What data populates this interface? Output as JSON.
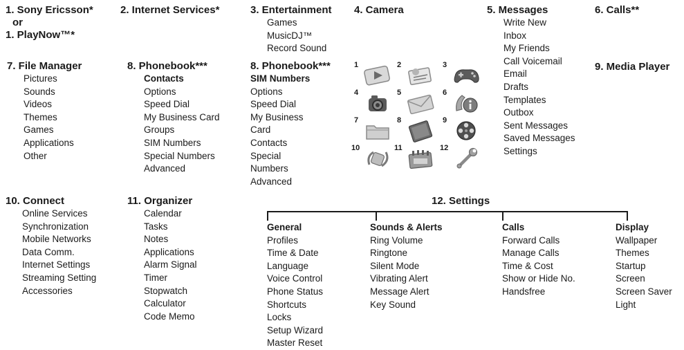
{
  "menu": {
    "c1": {
      "title_lines": [
        "1. Sony Ericsson*",
        "or",
        "1. PlayNow™*"
      ]
    },
    "c2": {
      "title": "2. Internet Services*"
    },
    "c3": {
      "title": "3. Entertainment",
      "items": [
        "Games",
        "MusicDJ™",
        "Record Sound"
      ]
    },
    "c4": {
      "title": "4. Camera"
    },
    "c5": {
      "title": "5. Messages",
      "items": [
        "Write New",
        "Inbox",
        "My Friends",
        "Call Voicemail",
        "Email",
        "Drafts",
        "Templates",
        "Outbox",
        "Sent Messages",
        "Saved Messages",
        "Settings"
      ]
    },
    "c6": {
      "title": "6. Calls**"
    },
    "c7": {
      "title": "7. File Manager",
      "items": [
        "Pictures",
        "Sounds",
        "Videos",
        "Themes",
        "Games",
        "Applications",
        "Other"
      ]
    },
    "c8a": {
      "title": "8. Phonebook***",
      "subtitle": "Contacts",
      "items": [
        "Options",
        "Speed Dial",
        "My Business Card",
        "Groups",
        "SIM Numbers",
        "Special Numbers",
        "Advanced"
      ]
    },
    "c8b": {
      "title": "8. Phonebook***",
      "subtitle": "SIM Numbers",
      "items": [
        "Options",
        "Speed Dial",
        "My Business",
        "Card",
        "Contacts",
        "Special",
        "Numbers",
        "Advanced"
      ]
    },
    "c9": {
      "title": "9. Media Player"
    },
    "c10": {
      "title": "10. Connect",
      "items": [
        "Online Services",
        "Synchronization",
        "Mobile Networks",
        "Data Comm.",
        "Internet Settings",
        "Streaming Setting",
        "Accessories"
      ]
    },
    "c11": {
      "title": "11. Organizer",
      "items": [
        "Calendar",
        "Tasks",
        "Notes",
        "Applications",
        "Alarm Signal",
        "Timer",
        "Stopwatch",
        "Calculator",
        "Code Memo"
      ]
    },
    "c12": {
      "title": "12. Settings",
      "groups": [
        {
          "title": "General",
          "items": [
            "Profiles",
            "Time & Date",
            "Language",
            "Voice Control",
            "Phone Status",
            "Shortcuts",
            "Locks",
            "Setup Wizard",
            "Master Reset"
          ]
        },
        {
          "title": "Sounds & Alerts",
          "items": [
            "Ring Volume",
            "Ringtone",
            "Silent Mode",
            "Vibrating Alert",
            "Message Alert",
            "Key Sound"
          ]
        },
        {
          "title": "Calls",
          "items": [
            "Forward Calls",
            "Manage Calls",
            "Time & Cost",
            "Show or Hide No.",
            "Handsfree"
          ]
        },
        {
          "title": "Display",
          "items": [
            "Wallpaper",
            "Themes",
            "Startup",
            "Screen",
            "Screen Saver",
            "Light"
          ]
        }
      ]
    }
  },
  "icon_grid": {
    "numbers": [
      "1",
      "2",
      "3",
      "4",
      "5",
      "6",
      "7",
      "8",
      "9",
      "10",
      "11",
      "12"
    ],
    "icons": [
      "playnow-icon",
      "internet-icon",
      "gamepad-icon",
      "camera-icon",
      "envelope-icon",
      "phone-info-icon",
      "folder-icon",
      "phonebook-icon",
      "film-reel-icon",
      "connect-icon",
      "organizer-icon",
      "wrench-icon"
    ]
  }
}
